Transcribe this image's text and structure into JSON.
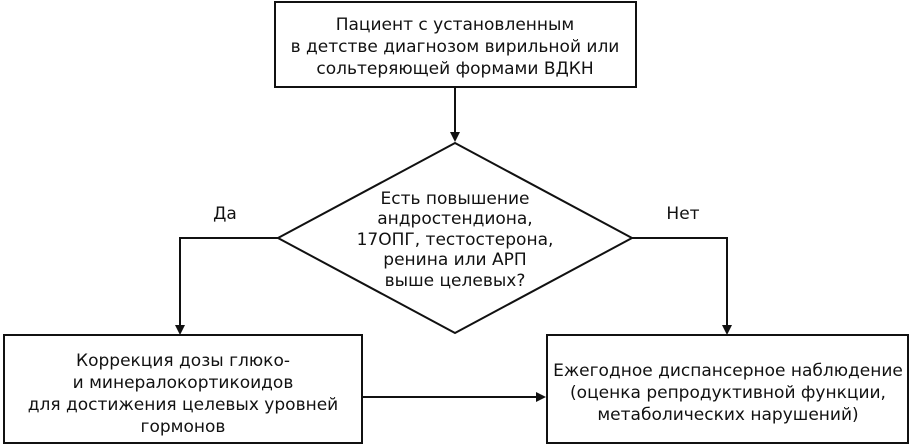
{
  "nodes": {
    "start": {
      "lines": [
        "Пациент с установленным",
        "в детстве диагнозом вирильной или",
        "сольтеряющей формами ВДКН"
      ]
    },
    "decision": {
      "lines": [
        "Есть повышение",
        "андростендиона,",
        "17ОПГ, тестостерона,",
        "ренина или АРП",
        "выше целевых?"
      ]
    },
    "correction": {
      "lines": [
        "Коррекция дозы глюко-",
        "и минералокортикоидов",
        "для достижения целевых уровней",
        "гормонов"
      ]
    },
    "observation": {
      "lines": [
        "Ежегодное диспансерное наблюдение",
        "(оценка репродуктивной функции,",
        "метаболических нарушений)"
      ]
    }
  },
  "edges": {
    "yes_label": "Да",
    "no_label": "Нет"
  },
  "colors": {
    "stroke": "#111111",
    "background": "#ffffff"
  }
}
